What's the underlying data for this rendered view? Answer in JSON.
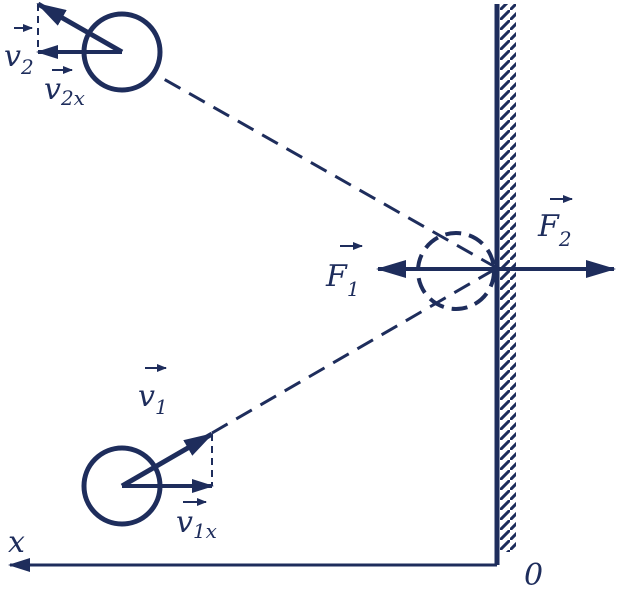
{
  "colors": {
    "background": "#ffffff",
    "ink": "#1e2d5c"
  },
  "labels": {
    "v1": {
      "main": "v",
      "sub": "1"
    },
    "v1x": {
      "main": "v",
      "sub": "1x"
    },
    "v2": {
      "main": "v",
      "sub": "2"
    },
    "v2x": {
      "main": "v",
      "sub": "2x"
    },
    "f1": {
      "main": "F",
      "sub": "1"
    },
    "f2": {
      "main": "F",
      "sub": "2"
    },
    "x_axis": "x",
    "origin": "0"
  }
}
